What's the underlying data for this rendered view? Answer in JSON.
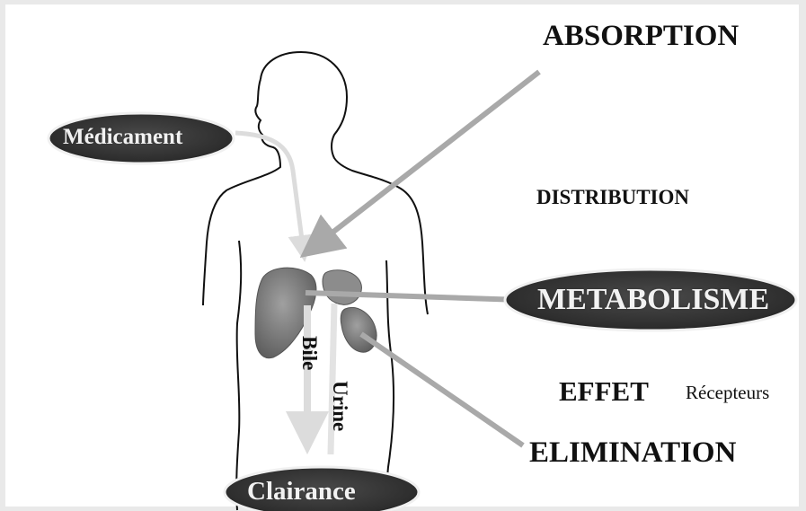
{
  "labels": {
    "medicament": "Médicament",
    "absorption": "ABSORPTION",
    "distribution": "DISTRIBUTION",
    "metabolisme": "METABOLISME",
    "effet": "EFFET",
    "recepteurs": "Récepteurs",
    "elimination": "ELIMINATION",
    "clairance": "Clairance",
    "bile": "Bile",
    "urine": "Urine"
  },
  "colors": {
    "oval_fill": "#3a3a3a",
    "arrow": "#a9a9a9",
    "light_arrow": "#dcdcdc",
    "organ": "#777777"
  }
}
